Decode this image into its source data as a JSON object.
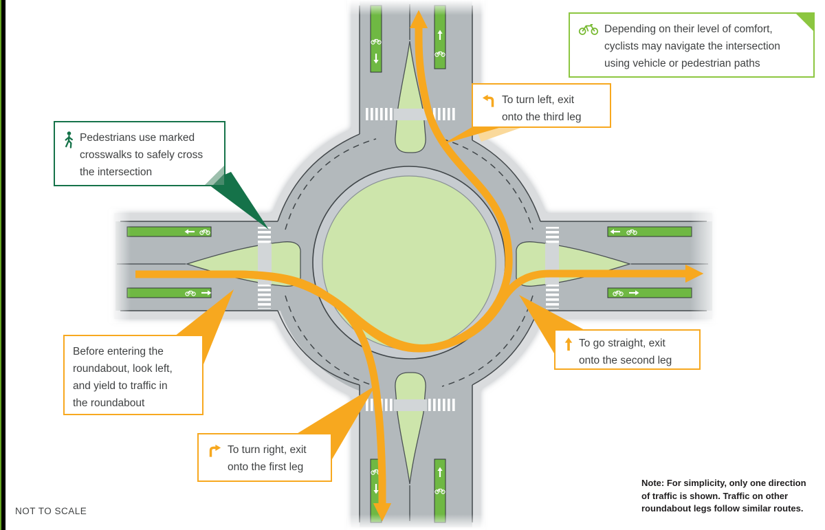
{
  "page": {
    "not_to_scale": "NOT TO SCALE"
  },
  "note": {
    "lines": [
      "Note: For simplicity, only one direction",
      "of traffic is shown. Traffic on other",
      "roundabout legs follow similar routes."
    ]
  },
  "callouts": {
    "cyclists": {
      "icon": "bicycle-icon",
      "border_color": "#8CC640",
      "lines": [
        "Depending on their level of comfort,",
        "cyclists may navigate the intersection",
        "using vehicle or pedestrian paths"
      ]
    },
    "pedestrians": {
      "icon": "pedestrian-icon",
      "border_color": "#157249",
      "lines": [
        "Pedestrians use marked",
        "crosswalks to safely cross",
        "the intersection"
      ]
    },
    "turn_left": {
      "icon": "left-turn-arrow-icon",
      "border_color": "#F7A81F",
      "lines": [
        "To turn left, exit",
        "onto the third leg"
      ]
    },
    "go_straight": {
      "icon": "straight-arrow-icon",
      "border_color": "#F7A81F",
      "lines": [
        "To go straight, exit",
        "onto the second leg"
      ]
    },
    "turn_right": {
      "icon": "right-turn-arrow-icon",
      "border_color": "#F7A81F",
      "lines": [
        "To turn right, exit",
        "onto the first leg"
      ]
    },
    "yield": {
      "border_color": "#F7A81F",
      "lines": [
        "Before entering the",
        "roundabout, look left,",
        "and yield to traffic in",
        "the roundabout"
      ]
    }
  },
  "colors": {
    "accent_orange": "#F7A81F",
    "pale_orange": "#FAD99B",
    "light_green_accent": "#8CC640",
    "dark_green_accent": "#157249",
    "road_gray": "#B3B9BC",
    "sidewalk_gray": "#DADCDE",
    "island_green": "#CDE5AB",
    "bike_lane_green": "#6FB843",
    "text_gray": "#3F4142"
  }
}
